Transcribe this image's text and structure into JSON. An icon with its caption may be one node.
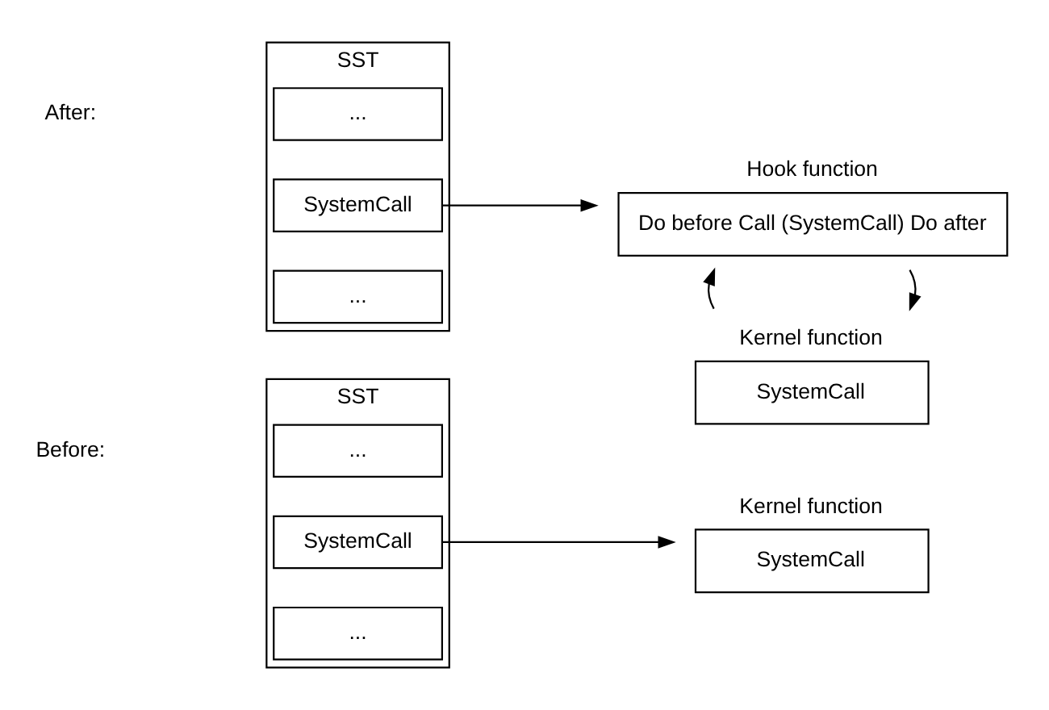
{
  "diagram": {
    "nodes": [
      {
        "text": [
          "SST"
        ]
      },
      {
        "text": [
          "..."
        ],
        "in": 0
      },
      {
        "text": [
          "SystemCall"
        ],
        "in": 0
      },
      {
        "text": [
          "..."
        ],
        "in": 0
      },
      {
        "text": [
          "Kernel function",
          "SystemCall"
        ]
      },
      {
        "text": [
          "SST"
        ]
      },
      {
        "text": [
          "..."
        ],
        "in": 5
      },
      {
        "text": [
          "SystemCall"
        ],
        "in": 5
      },
      {
        "text": [
          "..."
        ],
        "in": 5
      },
      {
        "text": [
          "Hook function",
          "Do before Call (SystemCall) Do after"
        ]
      },
      {
        "text": [
          "Kernel function",
          "SystemCall"
        ]
      }
    ],
    "edges": [
      {
        "from": 2,
        "to": 4,
        "arrow": "to"
      },
      {
        "from": 7,
        "to": 9,
        "arrow": "to"
      },
      {
        "from": 9,
        "to": 10,
        "arrow": "to"
      },
      {
        "from": 10,
        "to": 9,
        "arrow": "to"
      }
    ],
    "labels": [
      "Before:",
      "After:"
    ]
  }
}
